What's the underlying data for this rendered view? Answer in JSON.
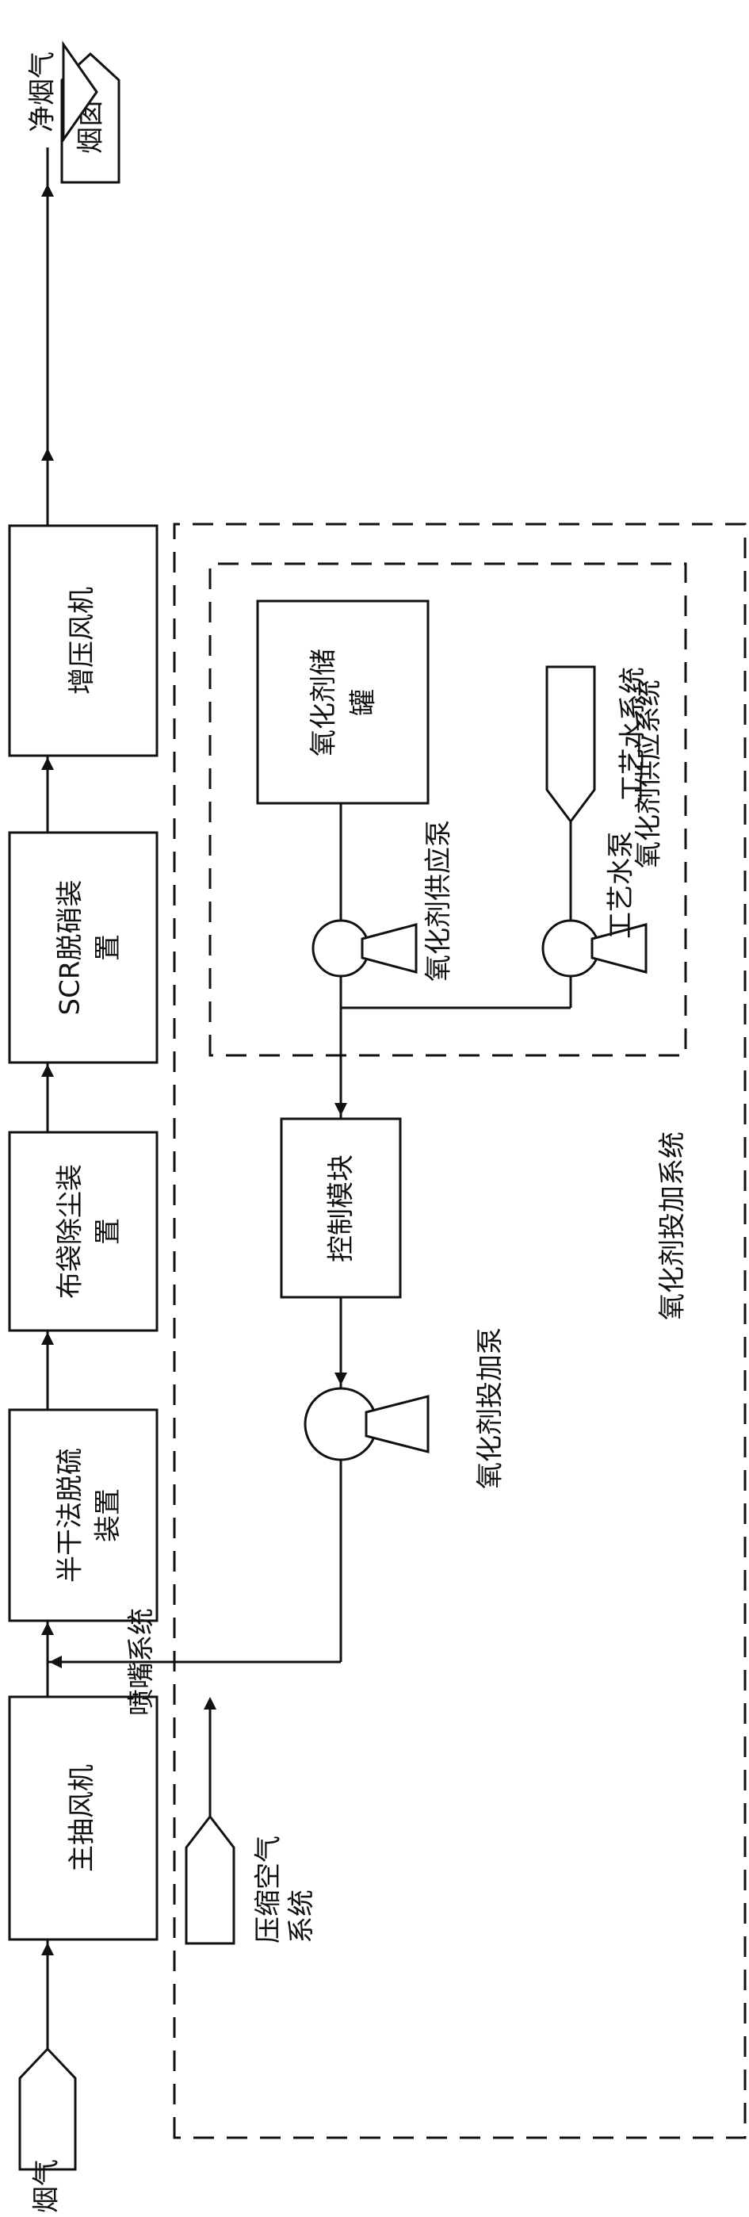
{
  "main_flow": {
    "flue_gas_in": "烟气",
    "main_fan": "主抽风机",
    "semi_dry_desulf": [
      "半干法脱硫",
      "装置"
    ],
    "bag_filter": [
      "布袋除尘装",
      "置"
    ],
    "scr_denitration": [
      "SCR脱硝装",
      "置"
    ],
    "booster_fan": "增压风机",
    "chimney": "烟囱",
    "clean_gas_out": "净烟气"
  },
  "dosing_system": {
    "title": "氧化剂投加系统",
    "nozzle_system": "喷嘴系统",
    "compressed_air": [
      "压缩空气",
      "系统"
    ],
    "dosing_pump": "氧化剂投加泵",
    "control_module": "控制模块"
  },
  "supply_system": {
    "title": "氧化剂供应系统",
    "storage_tank": [
      "氧化剂储",
      "罐"
    ],
    "supply_pump": "氧化剂供应泵",
    "process_water_system": "工艺水系统",
    "process_water_pump": "工艺水泵"
  }
}
